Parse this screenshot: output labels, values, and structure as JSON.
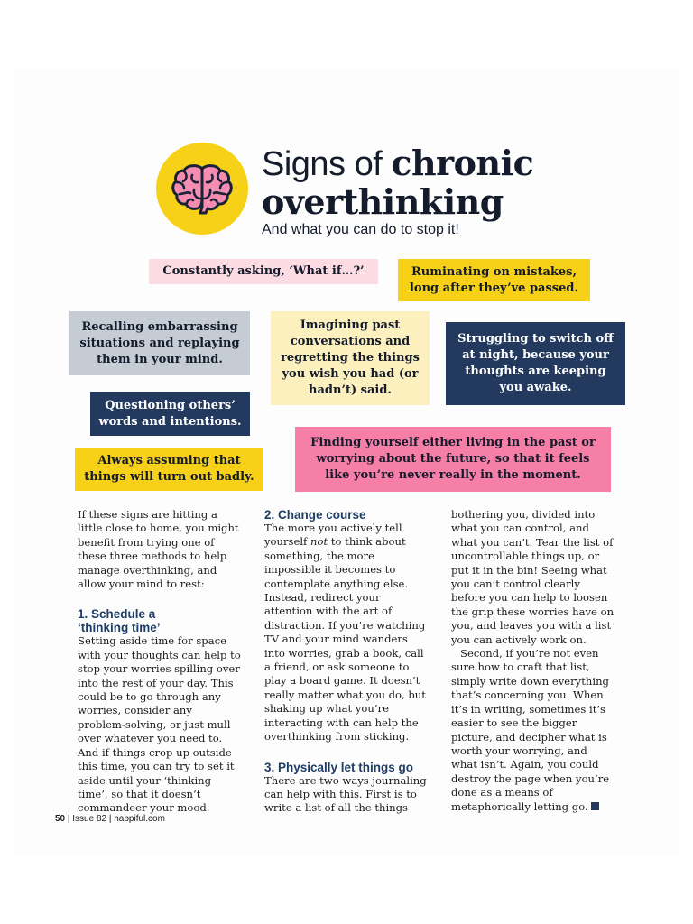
{
  "header": {
    "title_light": "Signs of ",
    "title_bold_1": "chronic",
    "title_bold_2": "overthinking",
    "subtitle": "And what you can do to stop it!"
  },
  "signs": {
    "s1": "Constantly asking, ‘What if…?’",
    "s2": "Ruminating on mistakes, long after they’ve passed.",
    "s3": "Recalling embarrassing situations and replaying them in your mind.",
    "s4": "Imagining past conversations and regretting the things you wish you had (or hadn’t) said.",
    "s5": "Struggling to switch off at night, because your thoughts are keeping you awake.",
    "s6": "Questioning others’ words and intentions.",
    "s7": "Always assuming that things will turn out badly.",
    "s8": "Finding yourself either living in the past or worrying about the future, so that it feels like you’re never really in the moment."
  },
  "body": {
    "intro": "If these signs are hitting a little close to home, you might benefit from trying one of these three methods to help manage overthinking, and allow your mind to rest:",
    "h1_line1": "1. Schedule a",
    "h1_line2": "‘thinking time’",
    "p1": "Setting aside time for space with your thoughts can help to stop your worries spilling over into the rest of your day. This could be to go through any worries, consider any problem-solving, or just mull over whatever you need to. And if things crop up outside this time, you can try to set it aside until your ‘thinking time’, so that it doesn’t commandeer your mood.",
    "h2": "2. Change course",
    "p2_before": "The more you actively tell yourself ",
    "p2_em": "not",
    "p2_after": " to think about something, the more impossible it becomes to contemplate anything else. Instead, redirect your attention with the art of distraction. If you’re watching TV and your mind wanders into worries, grab a book, call a friend, or ask someone to play a board game. It doesn’t really matter what you do, but shaking up what you’re interacting with can help the overthinking from sticking.",
    "h3": "3. Physically let things go",
    "p3": "There are two ways journaling can help with this. First is to write a list of all the things",
    "p4": "bothering you, divided into what you can control, and what you can’t. Tear the list of uncontrollable things up, or put it in the bin! Seeing what you can’t control clearly before you can help to loosen the grip these worries have on you, and leaves you with a list you can actively work on.",
    "p5": "Second, if you’re not even sure how to craft that list, simply write down everything that’s concerning you. When it’s in writing, sometimes it’s easier to see the bigger picture, and decipher what is worth your worrying, and what isn’t. Again, you could destroy the page when you’re done as a means of metaphorically letting go."
  },
  "footer": {
    "page_number": "50",
    "issue": " | Issue 82 | happiful.com"
  },
  "icons": {
    "logo": "brain-icon",
    "end": "happiful-end-mark-icon"
  },
  "colors": {
    "yellow": "#f7d117",
    "pink": "#f67fa7",
    "light_pink": "#fcdbe3",
    "navy": "#233a5e",
    "grey": "#c5ccd4",
    "cream": "#fdf0bf"
  }
}
